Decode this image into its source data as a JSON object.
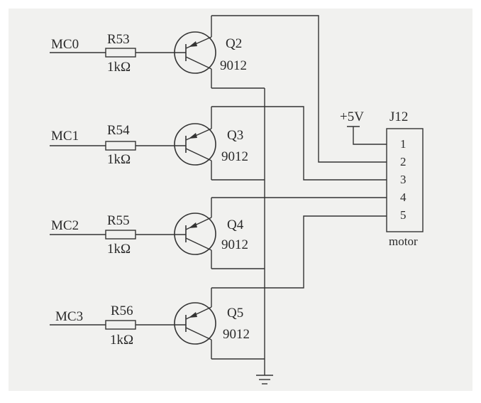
{
  "transistors": [
    {
      "input": "MC0",
      "resistor": "R53",
      "value": "1kΩ",
      "ref": "Q2",
      "part": "9012"
    },
    {
      "input": "MC1",
      "resistor": "R54",
      "value": "1kΩ",
      "ref": "Q3",
      "part": "9012"
    },
    {
      "input": "MC2",
      "resistor": "R55",
      "value": "1kΩ",
      "ref": "Q4",
      "part": "9012"
    },
    {
      "input": "MC3",
      "resistor": "R56",
      "value": "1kΩ",
      "ref": "Q5",
      "part": "9012"
    }
  ],
  "supply": "+5V",
  "connector": {
    "ref": "J12",
    "pins": [
      "1",
      "2",
      "3",
      "4",
      "5"
    ],
    "name": "motor"
  }
}
